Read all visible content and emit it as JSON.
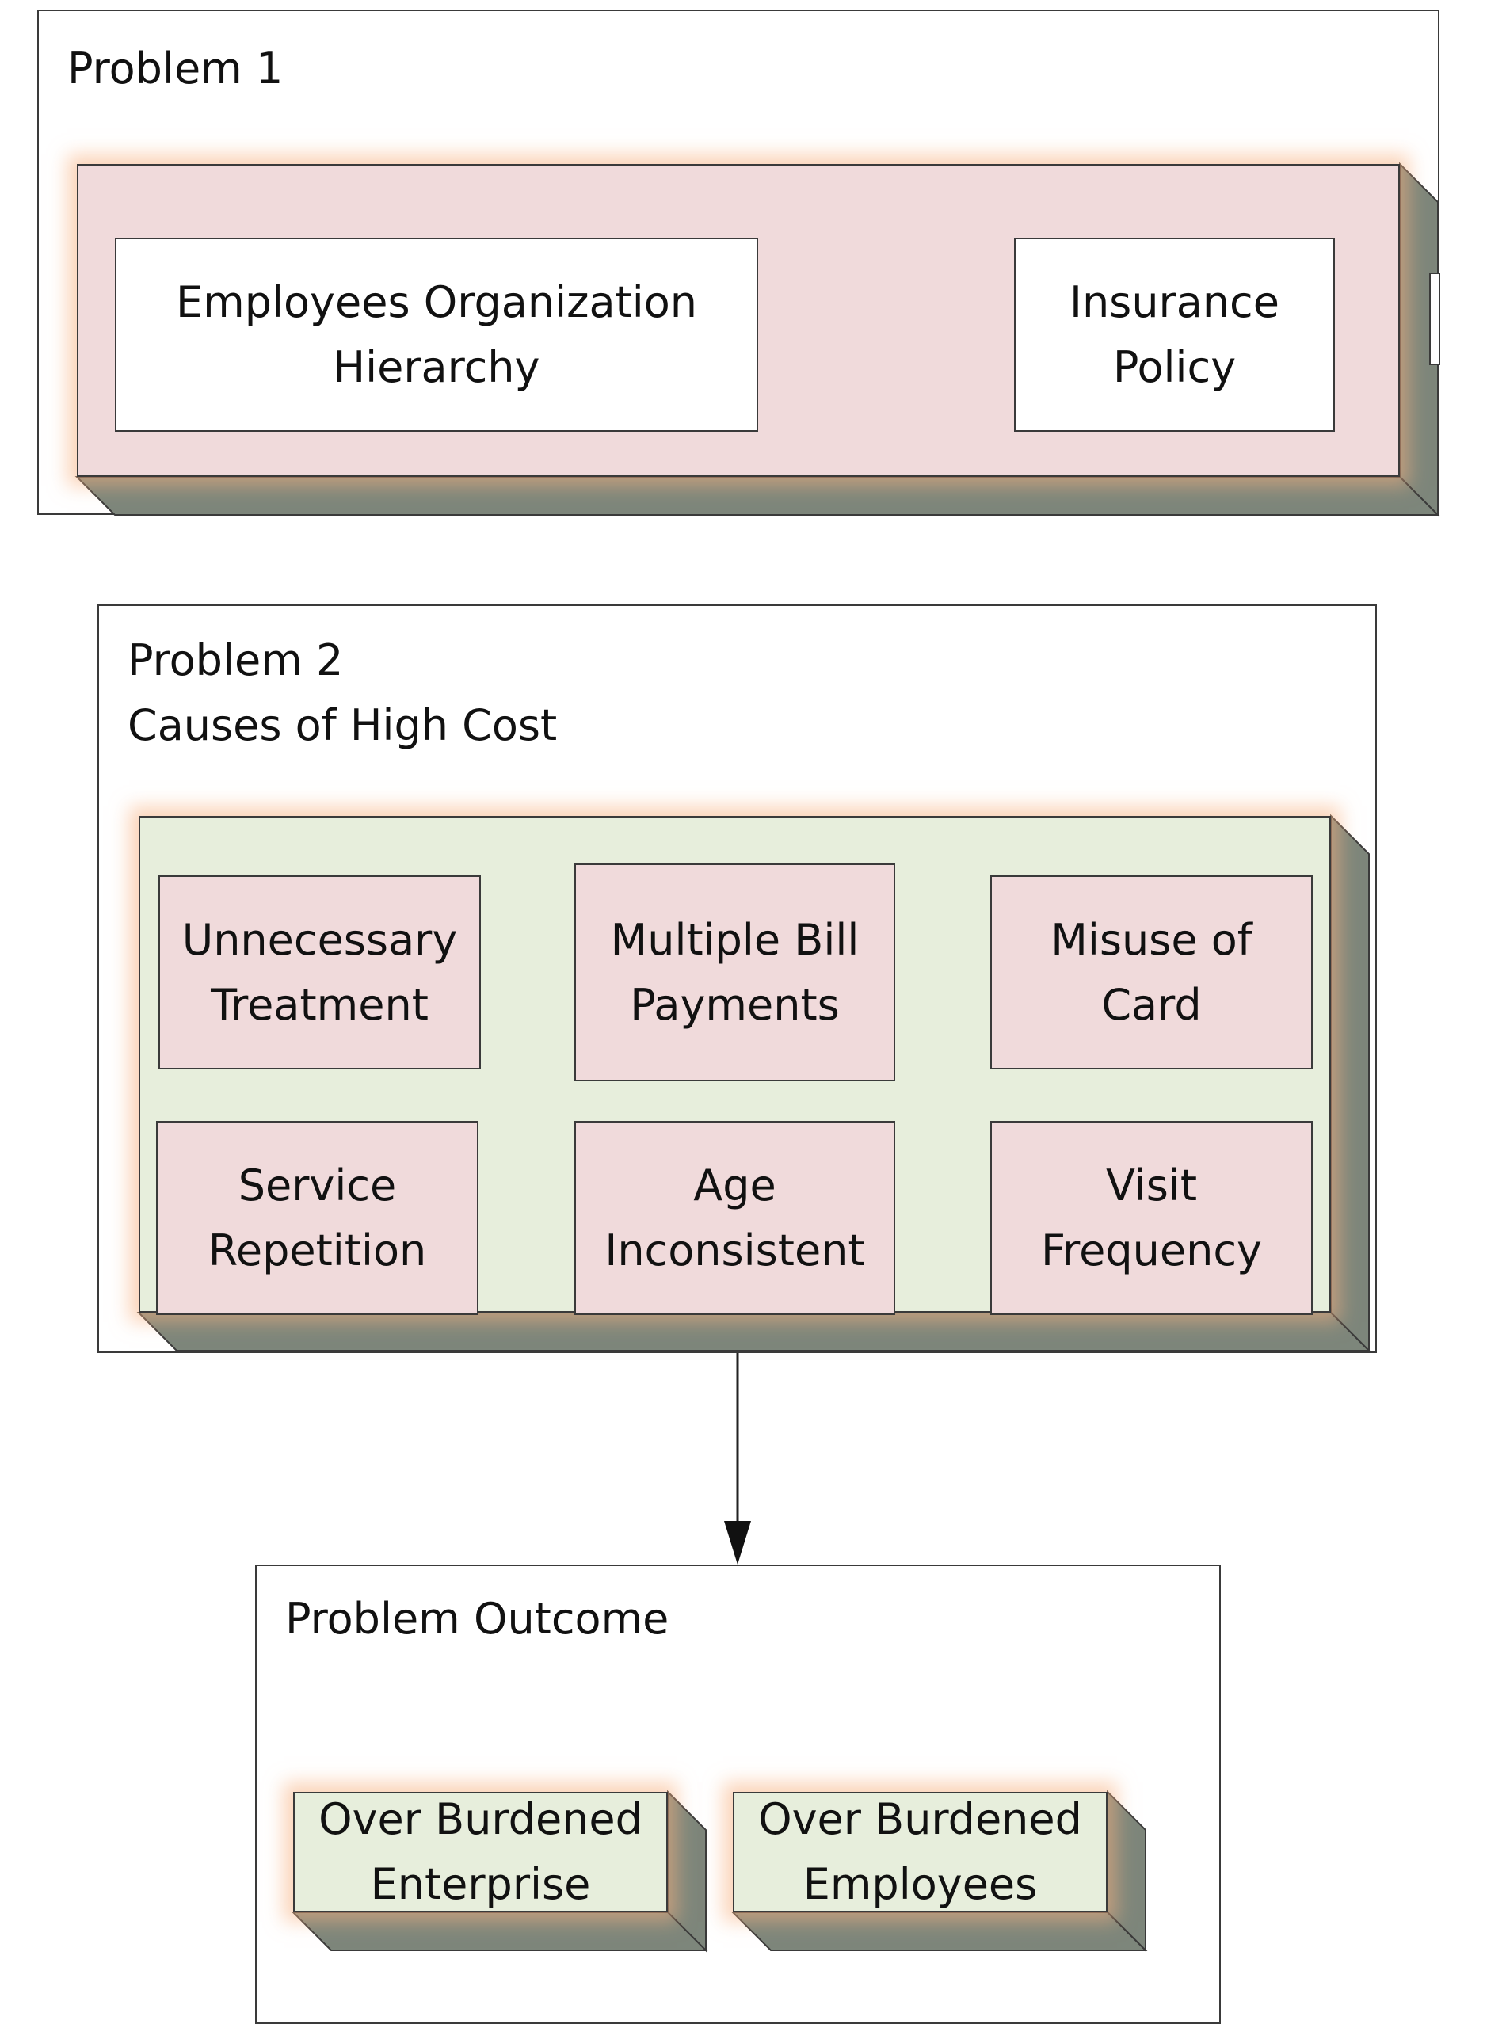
{
  "problem1": {
    "title": "Problem 1",
    "left_box": "Employees Organization Hierarchy",
    "right_box": "Insurance Policy"
  },
  "problem2": {
    "title_line1": "Problem 2",
    "title_line2": "Causes of High Cost",
    "causes": [
      "Unnecessary Treatment",
      "Multiple Bill Payments",
      "Misuse of Card",
      "Service Repetition",
      "Age Inconsistent",
      "Visit Frequency"
    ]
  },
  "outcome": {
    "title": "Problem Outcome",
    "items": [
      "Over Burdened Enterprise",
      "Over Burdened Employees"
    ]
  },
  "colors": {
    "pink_fill": "#f0dadb",
    "green_fill": "#e7eedc",
    "depth_shade": "#7d867b",
    "glow": "#f8b080",
    "outline": "#3a3a3a"
  }
}
